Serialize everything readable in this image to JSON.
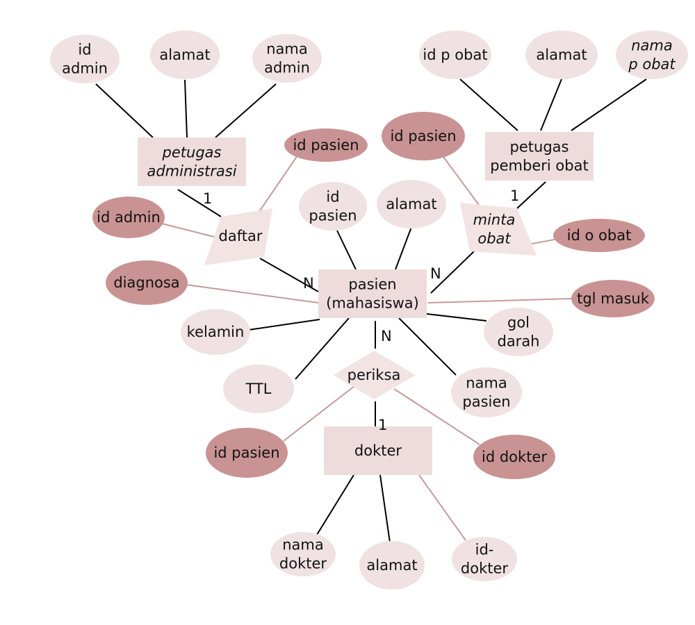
{
  "colors": {
    "attr_light": "#f0e2e2",
    "attr_key": "#c99393",
    "entity": "#eedcdc",
    "relation": "#f3e4e4",
    "line_dark": "#000000",
    "line_key": "#c49a9a",
    "background": "#ffffff"
  },
  "entities": [
    {
      "id": "pa",
      "label": [
        "petugas",
        "administrasi"
      ],
      "italic": true
    },
    {
      "id": "po",
      "label": [
        "petugas",
        "pemberi obat"
      ],
      "italic": false
    },
    {
      "id": "ps",
      "label": [
        "pasien",
        "(mahasiswa)"
      ],
      "italic": false
    },
    {
      "id": "dk",
      "label": [
        "dokter"
      ],
      "italic": false
    }
  ],
  "relationships": [
    {
      "id": "daftar",
      "label": [
        "daftar"
      ],
      "italic": false
    },
    {
      "id": "minta",
      "label": [
        "minta",
        "obat"
      ],
      "italic": true
    },
    {
      "id": "periksa",
      "label": [
        "periksa"
      ],
      "italic": false
    }
  ],
  "attributes": [
    {
      "id": "a1",
      "label": [
        "id",
        "admin"
      ],
      "key": false,
      "italic": false
    },
    {
      "id": "a2",
      "label": [
        "alamat"
      ],
      "key": false,
      "italic": false
    },
    {
      "id": "a3",
      "label": [
        "nama",
        "admin"
      ],
      "key": false,
      "italic": false
    },
    {
      "id": "b1",
      "label": [
        "id p obat"
      ],
      "key": false,
      "italic": false
    },
    {
      "id": "b2",
      "label": [
        "alamat"
      ],
      "key": false,
      "italic": false
    },
    {
      "id": "b3",
      "label": [
        "nama",
        "p obat"
      ],
      "key": false,
      "italic": true
    },
    {
      "id": "k1",
      "label": [
        "id pasien"
      ],
      "key": true,
      "italic": false
    },
    {
      "id": "k2",
      "label": [
        "id admin"
      ],
      "key": true,
      "italic": false
    },
    {
      "id": "k3",
      "label": [
        "id pasien"
      ],
      "key": true,
      "italic": false
    },
    {
      "id": "k4",
      "label": [
        "id o obat"
      ],
      "key": true,
      "italic": false
    },
    {
      "id": "c1",
      "label": [
        "id",
        "pasien"
      ],
      "key": false,
      "italic": false
    },
    {
      "id": "c2",
      "label": [
        "alamat"
      ],
      "key": false,
      "italic": false
    },
    {
      "id": "k5",
      "label": [
        "diagnosa"
      ],
      "key": true,
      "italic": false
    },
    {
      "id": "k6",
      "label": [
        "tgl masuk"
      ],
      "key": true,
      "italic": false
    },
    {
      "id": "c3",
      "label": [
        "kelamin"
      ],
      "key": false,
      "italic": false
    },
    {
      "id": "c4",
      "label": [
        "gol",
        "darah"
      ],
      "key": false,
      "italic": false
    },
    {
      "id": "c5",
      "label": [
        "TTL"
      ],
      "key": false,
      "italic": false
    },
    {
      "id": "c6",
      "label": [
        "nama",
        "pasien"
      ],
      "key": false,
      "italic": false
    },
    {
      "id": "k7",
      "label": [
        "id pasien"
      ],
      "key": true,
      "italic": false
    },
    {
      "id": "k8",
      "label": [
        "id dokter"
      ],
      "key": true,
      "italic": false
    },
    {
      "id": "d1",
      "label": [
        "nama",
        "dokter"
      ],
      "key": false,
      "italic": false
    },
    {
      "id": "d2",
      "label": [
        "alamat"
      ],
      "key": false,
      "italic": false
    },
    {
      "id": "d3",
      "label": [
        "id-",
        "dokter"
      ],
      "key": false,
      "italic": false
    }
  ],
  "cardinalities": [
    {
      "id": "card1",
      "text": "1"
    },
    {
      "id": "card2",
      "text": "N"
    },
    {
      "id": "card3",
      "text": "1"
    },
    {
      "id": "card4",
      "text": "N"
    },
    {
      "id": "card5",
      "text": "N"
    },
    {
      "id": "card6",
      "text": "1"
    }
  ]
}
